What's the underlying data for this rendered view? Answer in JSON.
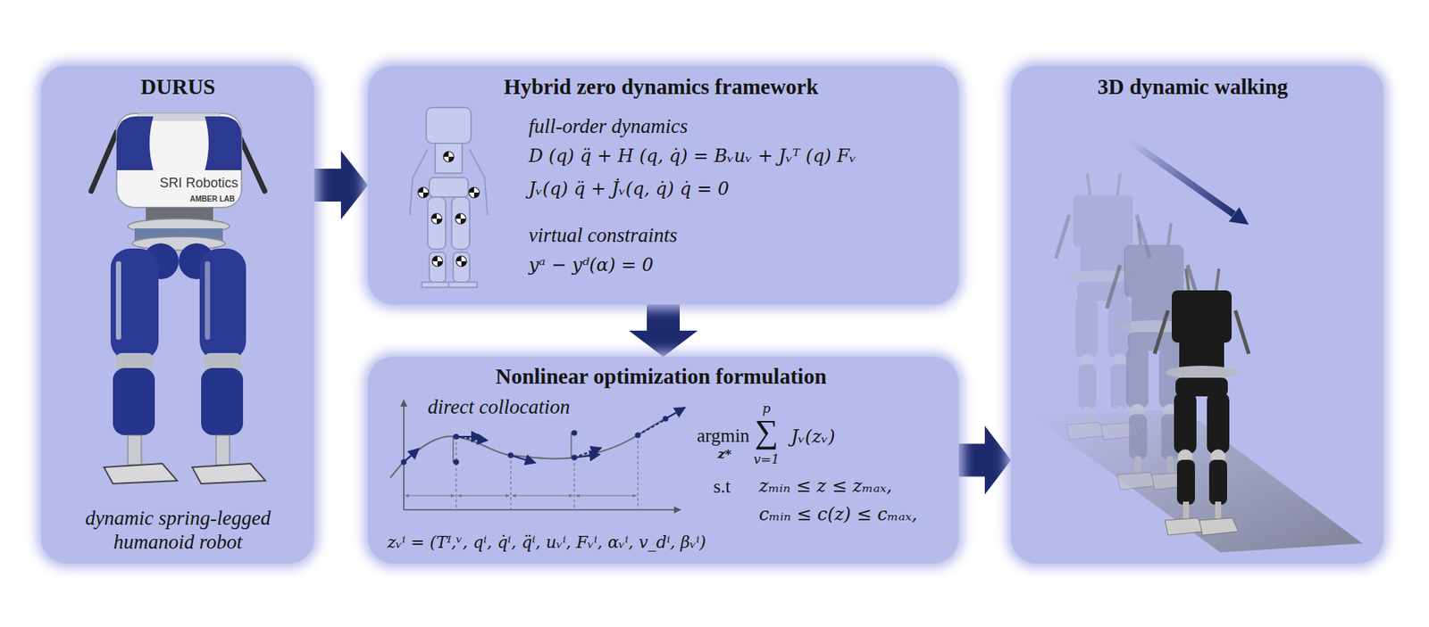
{
  "diagram": {
    "nodes": [
      {
        "text": [
          "DURUS",
          "dynamic spring-legged humanoid robot"
        ]
      },
      {
        "text": [
          "Hybrid zero dynamics framework",
          "full-order dynamics",
          "D (q) q̈ + H (q, q̇) = Bᵥuᵥ + Jᵥᵀ (q) Fᵥ",
          "Jᵥ(q) q̈ + J̇ᵥ(q, q̇) q̇ = 0",
          "virtual constraints",
          "yᵃ − yᵈ(α) = 0"
        ]
      },
      {
        "text": [
          "Nonlinear optimization formulation",
          "direct collocation",
          "zᵥⁱ = (Tᴵ,ᵛ, qⁱ, q̇ⁱ, q̈ⁱ, uᵥⁱ, Fᵥⁱ, αᵥⁱ, v_dⁱ, βᵥⁱ)",
          "argmin",
          "z*",
          "p",
          "∑",
          "v=1",
          "Jᵥ(zᵥ)",
          "s.t",
          "zₘᵢₙ ≤ z ≤ zₘₐₓ,",
          "cₘᵢₙ ≤ c(z) ≤ cₘₐₓ,"
        ]
      },
      {
        "text": [
          "3D dynamic walking"
        ]
      }
    ],
    "edges": [
      {
        "from": 0,
        "to": 1,
        "arrow": "to"
      },
      {
        "from": 1,
        "to": 2,
        "arrow": "to"
      },
      {
        "from": 2,
        "to": 3,
        "arrow": "to"
      }
    ],
    "labels": [
      "SRI Robotics",
      "AMBER LAB"
    ]
  }
}
